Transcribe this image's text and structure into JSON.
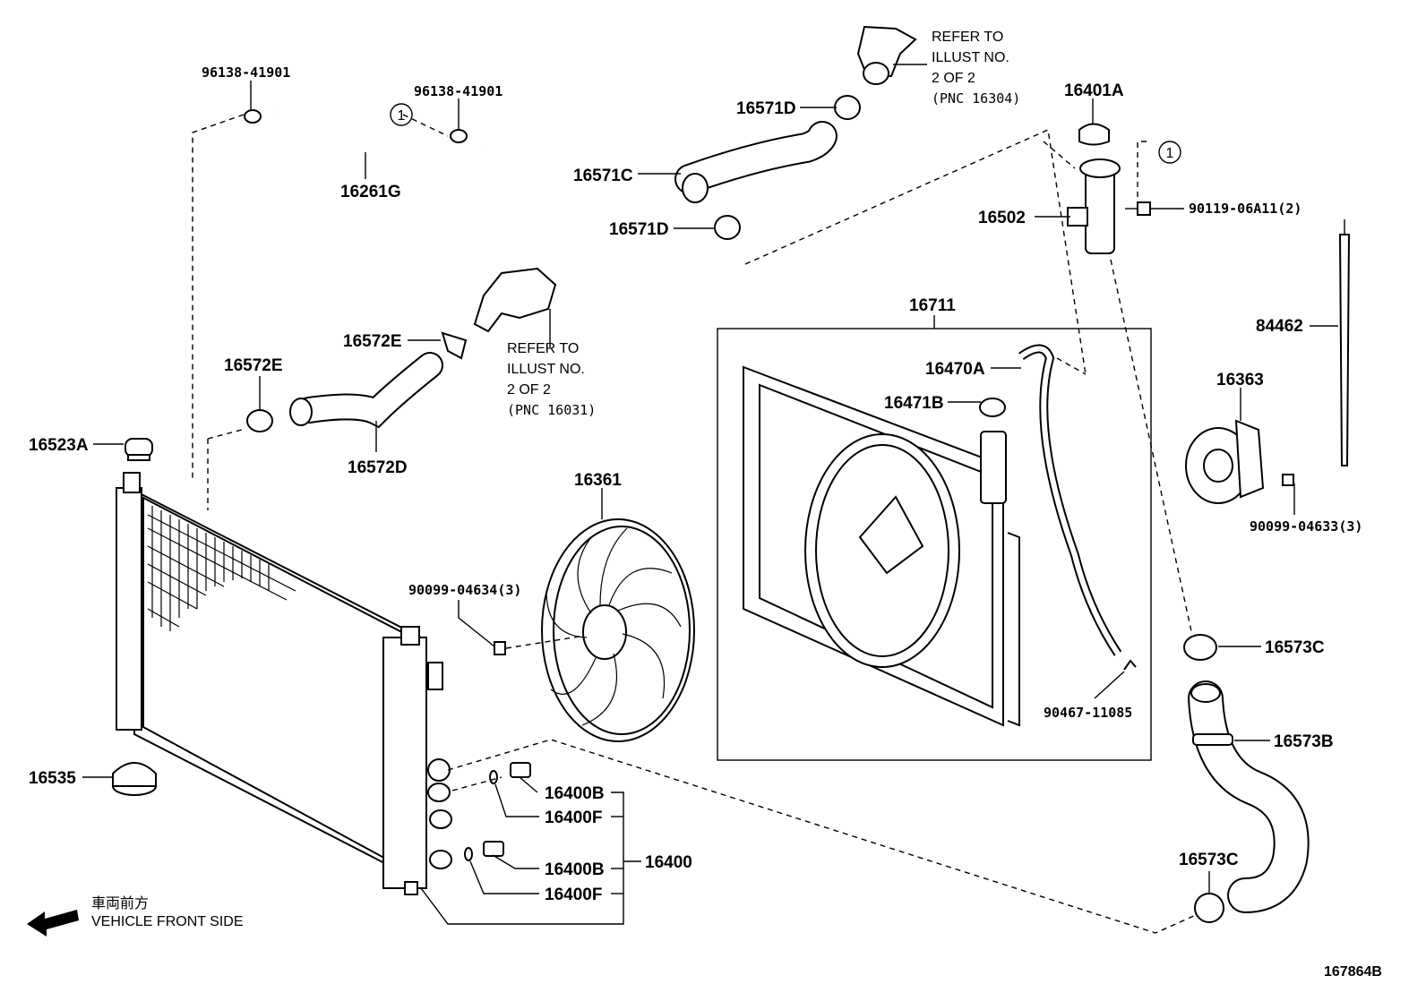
{
  "labels": {
    "p96138_a": "96138-41901",
    "p96138_b": "96138-41901",
    "p16261G": "16261G",
    "p16571D_top": "16571D",
    "p16571C": "16571C",
    "p16571D_bot": "16571D",
    "p16401A": "16401A",
    "p16502": "16502",
    "p90119": "90119-06A11(2)",
    "p84462": "84462",
    "p16363": "16363",
    "p90099_04633": "90099-04633(3)",
    "p16572E_top": "16572E",
    "p16572E_left": "16572E",
    "p16572D": "16572D",
    "p16523A": "16523A",
    "p16361": "16361",
    "p90099_04634": "90099-04634(3)",
    "p16711": "16711",
    "p16470A": "16470A",
    "p16471B": "16471B",
    "p90467": "90467-11085",
    "p16573C_top": "16573C",
    "p16573B": "16573B",
    "p16573C_bot": "16573C",
    "p16535": "16535",
    "p16400B_a": "16400B",
    "p16400F_a": "16400F",
    "p16400B_b": "16400B",
    "p16400F_b": "16400F",
    "p16400": "16400",
    "callout_1a": "1",
    "callout_1b": "1",
    "figure_id": "167864B"
  },
  "refer_top": {
    "line1": "REFER TO",
    "line2": "ILLUST NO.",
    "line3": "2 OF 2",
    "line4": "(PNC 16304)"
  },
  "refer_mid": {
    "line1": "REFER TO",
    "line2": "ILLUST NO.",
    "line3": "2 OF 2",
    "line4": "(PNC 16031)"
  },
  "front": {
    "jp": "車両前方",
    "en": "VEHICLE FRONT SIDE"
  }
}
